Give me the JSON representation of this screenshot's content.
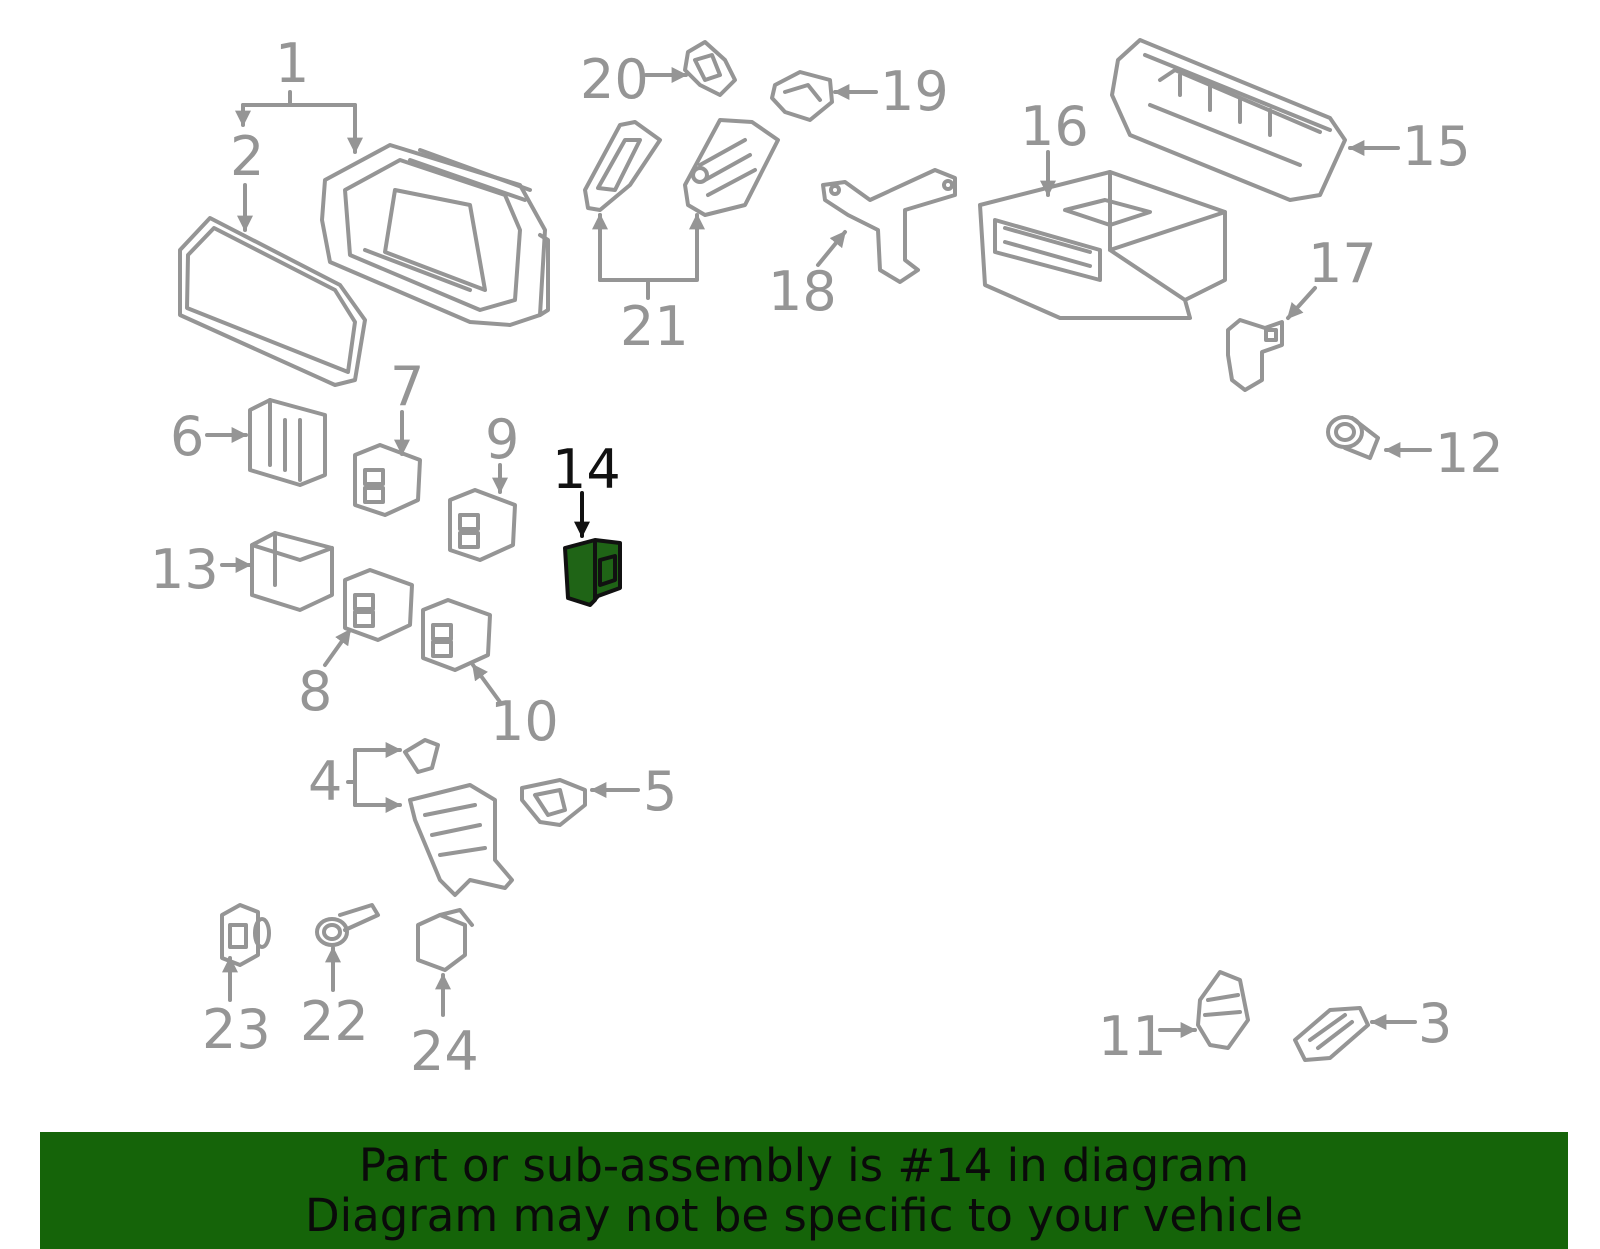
{
  "colors": {
    "line_art": "#959595",
    "highlight_fill": "#1f6416",
    "banner_bg": "#156409",
    "text_dark": "#0a0a0a"
  },
  "callouts": {
    "c1": "1",
    "c2": "2",
    "c3": "3",
    "c4": "4",
    "c5": "5",
    "c6": "6",
    "c7": "7",
    "c8": "8",
    "c9": "9",
    "c10": "10",
    "c11": "11",
    "c12": "12",
    "c13": "13",
    "c14": "14",
    "c15": "15",
    "c16": "16",
    "c17": "17",
    "c18": "18",
    "c19": "19",
    "c20": "20",
    "c21": "21",
    "c22": "22",
    "c23": "23",
    "c24": "24"
  },
  "highlighted_part": "14",
  "banner": {
    "line1": "Part or sub-assembly is #14 in diagram",
    "line2": "Diagram may not be specific to your vehicle"
  }
}
